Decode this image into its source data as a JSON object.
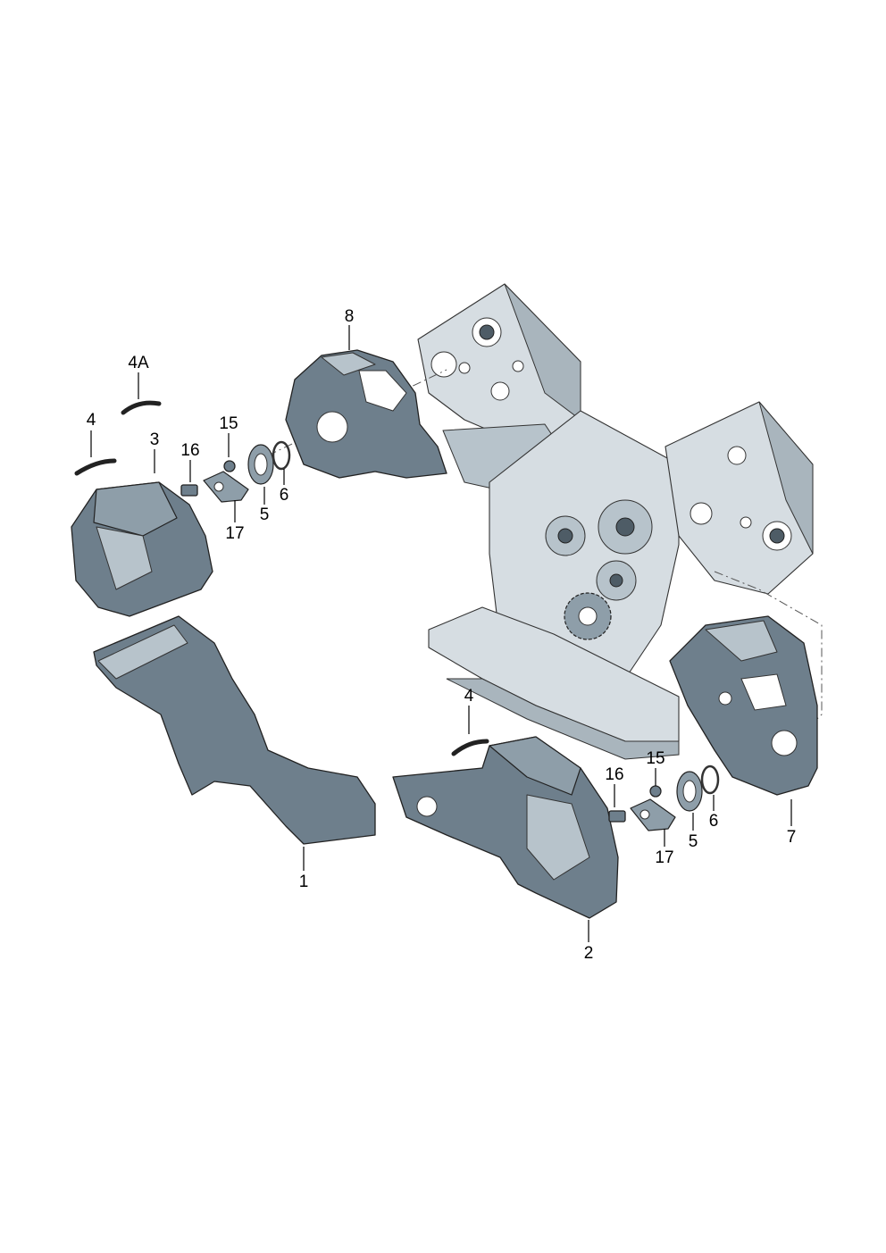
{
  "callouts": {
    "c8": "8",
    "c4a": "4A",
    "c4_left": "4",
    "c3": "3",
    "c16_left": "16",
    "c15_left": "15",
    "c6_left": "6",
    "c5_left": "5",
    "c17_left": "17",
    "c1": "1",
    "c4_right": "4",
    "c16_right": "16",
    "c15_right": "15",
    "c6_right": "6",
    "c5_right": "5",
    "c17_right": "17",
    "c2": "2",
    "c7": "7"
  }
}
